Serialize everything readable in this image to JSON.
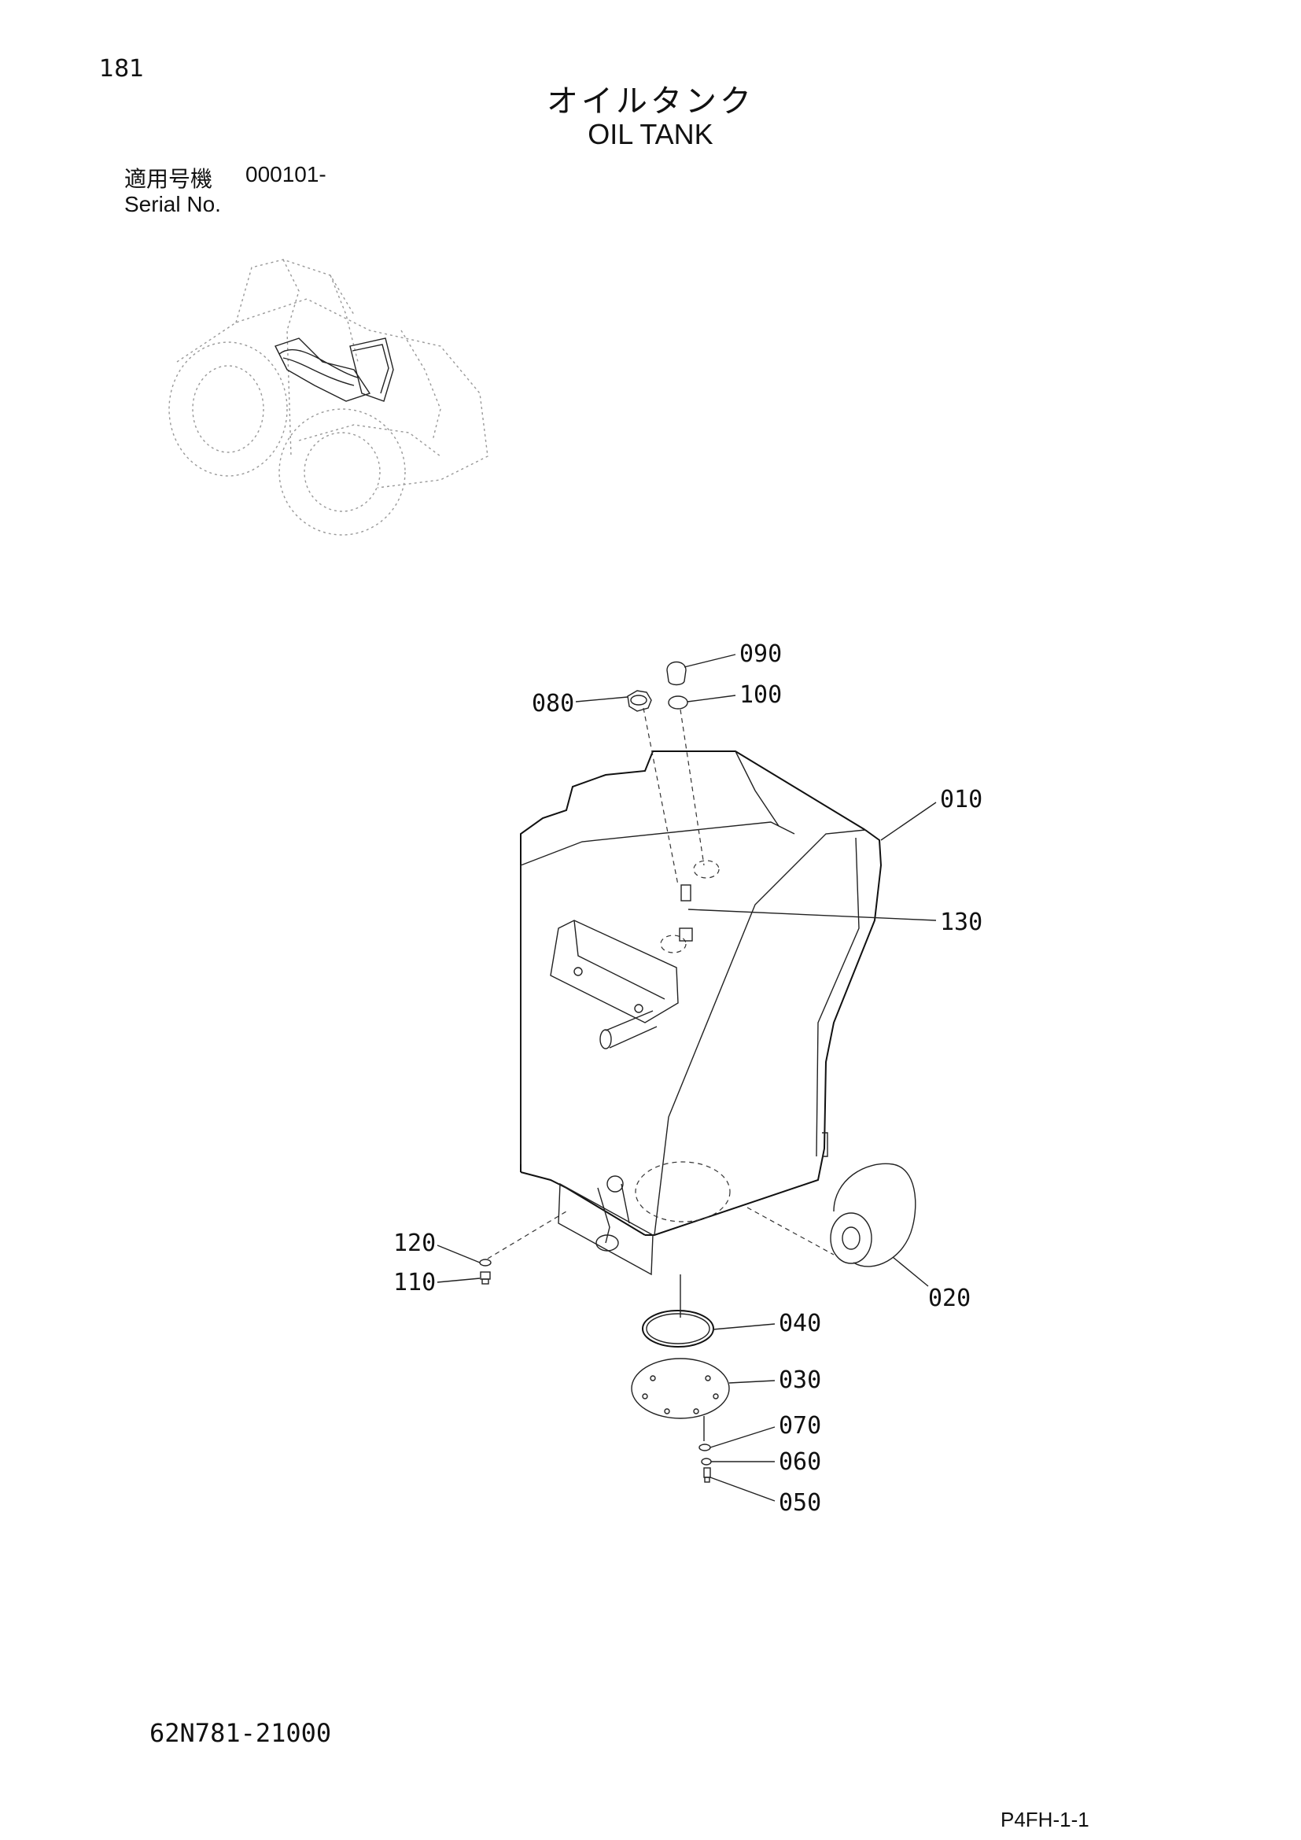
{
  "header": {
    "page_number": "181",
    "title_jp": "オイルタンク",
    "title_en": "OIL TANK",
    "serial_label_jp": "適用号機",
    "serial_value": "000101-",
    "serial_label_en": "Serial No."
  },
  "callouts": {
    "c010": "010",
    "c020": "020",
    "c030": "030",
    "c040": "040",
    "c050": "050",
    "c060": "060",
    "c070": "070",
    "c080": "080",
    "c090": "090",
    "c100": "100",
    "c110": "110",
    "c120": "120",
    "c130": "130"
  },
  "footer": {
    "drawing_number": "62N781-21000",
    "sheet_code": "P4FH-1-1"
  }
}
